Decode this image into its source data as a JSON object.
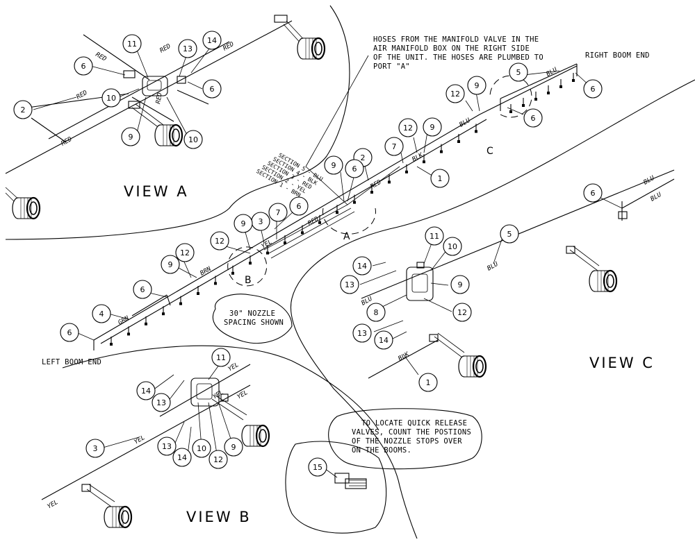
{
  "notes": {
    "hoses_lines": [
      "HOSES FROM THE MANIFOLD VALVE IN THE",
      "AIR MANIFOLD BOX ON THE RIGHT SIDE",
      "OF THE UNIT. THE HOSES ARE PLUMBED TO",
      "PORT \"A\""
    ],
    "right_boom_end": "RIGHT BOOM END",
    "left_boom_end": "LEFT BOOM END",
    "nozzle_lines": [
      "30\" NOZZLE",
      "SPACING SHOWN"
    ],
    "quick_release_lines": [
      "TO LOCATE QUICK RELEASE",
      "VALVES, COUNT THE POSTIONS",
      "OF THE NOZZLE STOPS OVER",
      "ON THE BOOMS."
    ]
  },
  "view_titles": {
    "a": "VIEW A",
    "b": "VIEW B",
    "c": "VIEW C"
  },
  "detail_labels": {
    "a": "A",
    "b": "B",
    "c": "C"
  },
  "sections": [
    "SECTION 5 - BLU",
    "SECTION 4 - BLK",
    "SECTION 3 - RED",
    "SECTION 2 - YEL",
    "SECTION 1 - BRN"
  ],
  "wire_labels": {
    "red": "RED",
    "blu": "BLU",
    "blk": "BLK",
    "yel": "YEL",
    "brn": "BRN",
    "grn": "GRN"
  },
  "callouts": {
    "view_a": [
      "11",
      "14",
      "13",
      "6",
      "6",
      "10",
      "2",
      "9",
      "10"
    ],
    "main": [
      "12",
      "9",
      "6",
      "5",
      "6",
      "12",
      "9",
      "7",
      "2",
      "1",
      "9",
      "6",
      "6",
      "7",
      "3",
      "9",
      "12",
      "12",
      "9",
      "6",
      "4",
      "6"
    ],
    "view_c": [
      "6",
      "11",
      "10",
      "5",
      "14",
      "13",
      "9",
      "8",
      "12",
      "13",
      "14",
      "1"
    ],
    "view_b": [
      "11",
      "14",
      "13",
      "3",
      "13",
      "14",
      "10",
      "12",
      "9"
    ],
    "kit": [
      "15"
    ]
  }
}
